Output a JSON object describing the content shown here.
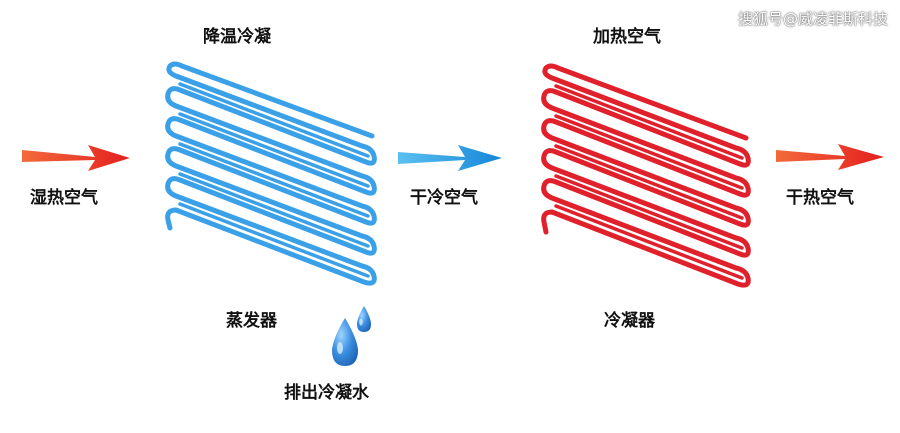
{
  "watermark": "搜狐号@威凌菲斯科技",
  "labels": {
    "cool_condense": "降温冷凝",
    "heat_air": "加热空气",
    "humid_hot_air": "湿热空气",
    "dry_cold_air": "干冷空气",
    "dry_hot_air": "干热空气",
    "evaporator": "蒸发器",
    "condenser": "冷凝器",
    "drain_water": "排出冷凝水"
  },
  "colors": {
    "evaporator_coil": "#3aa0e8",
    "condenser_coil": "#e0202a",
    "hot_arrow": "#e83a2a",
    "cold_arrow": "#1a9ee0",
    "water_drop": "#2f7fd0",
    "text": "#111111"
  },
  "icons": {
    "water_drop": "water-drop-icon"
  }
}
